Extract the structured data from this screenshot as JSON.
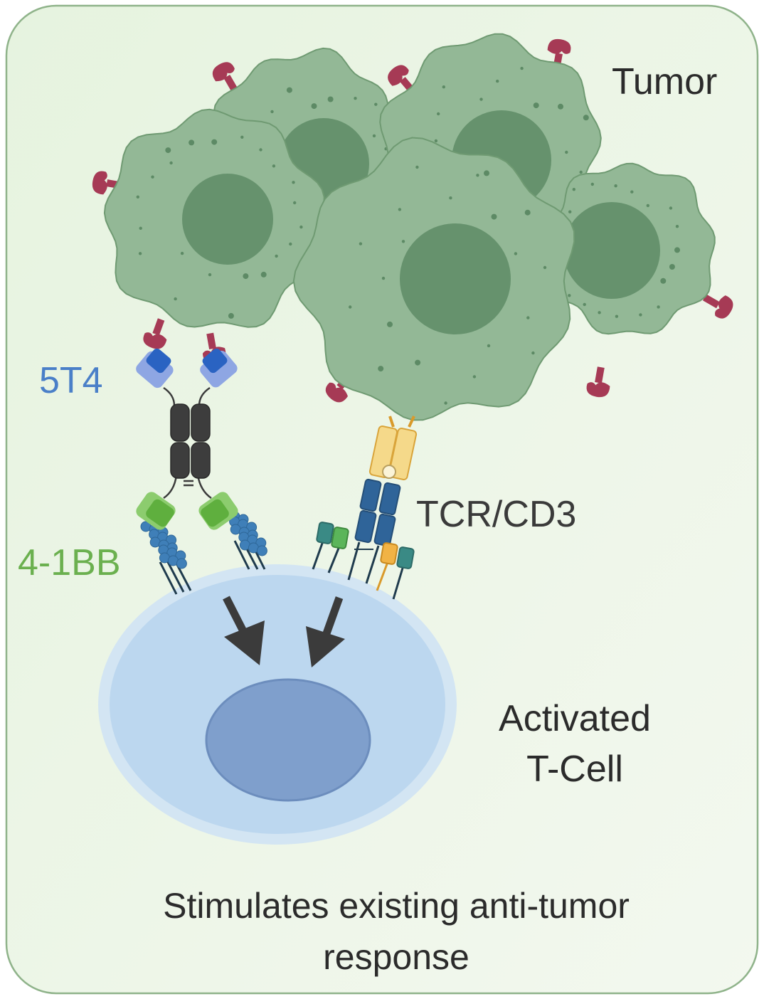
{
  "labels": {
    "tumor": "Tumor",
    "antigen": "5T4",
    "costim": "4-1BB",
    "tcr": "TCR/CD3",
    "tcell_line1": "Activated",
    "tcell_line2": "T-Cell",
    "caption_line1": "Stimulates existing anti-tumor",
    "caption_line2": "response"
  },
  "colors": {
    "background": "#ebf5e5",
    "border": "#8fb38a",
    "tumor_cell": "#93b896",
    "tumor_nucleus": "#66926d",
    "tumor_antigen": "#a63a55",
    "antigen_label": "#4a7fc8",
    "costim_label": "#6bb04f",
    "tcell": "#bcd7ef",
    "tcell_nucleus": "#7f9fcc",
    "text": "#2b2b2b"
  }
}
